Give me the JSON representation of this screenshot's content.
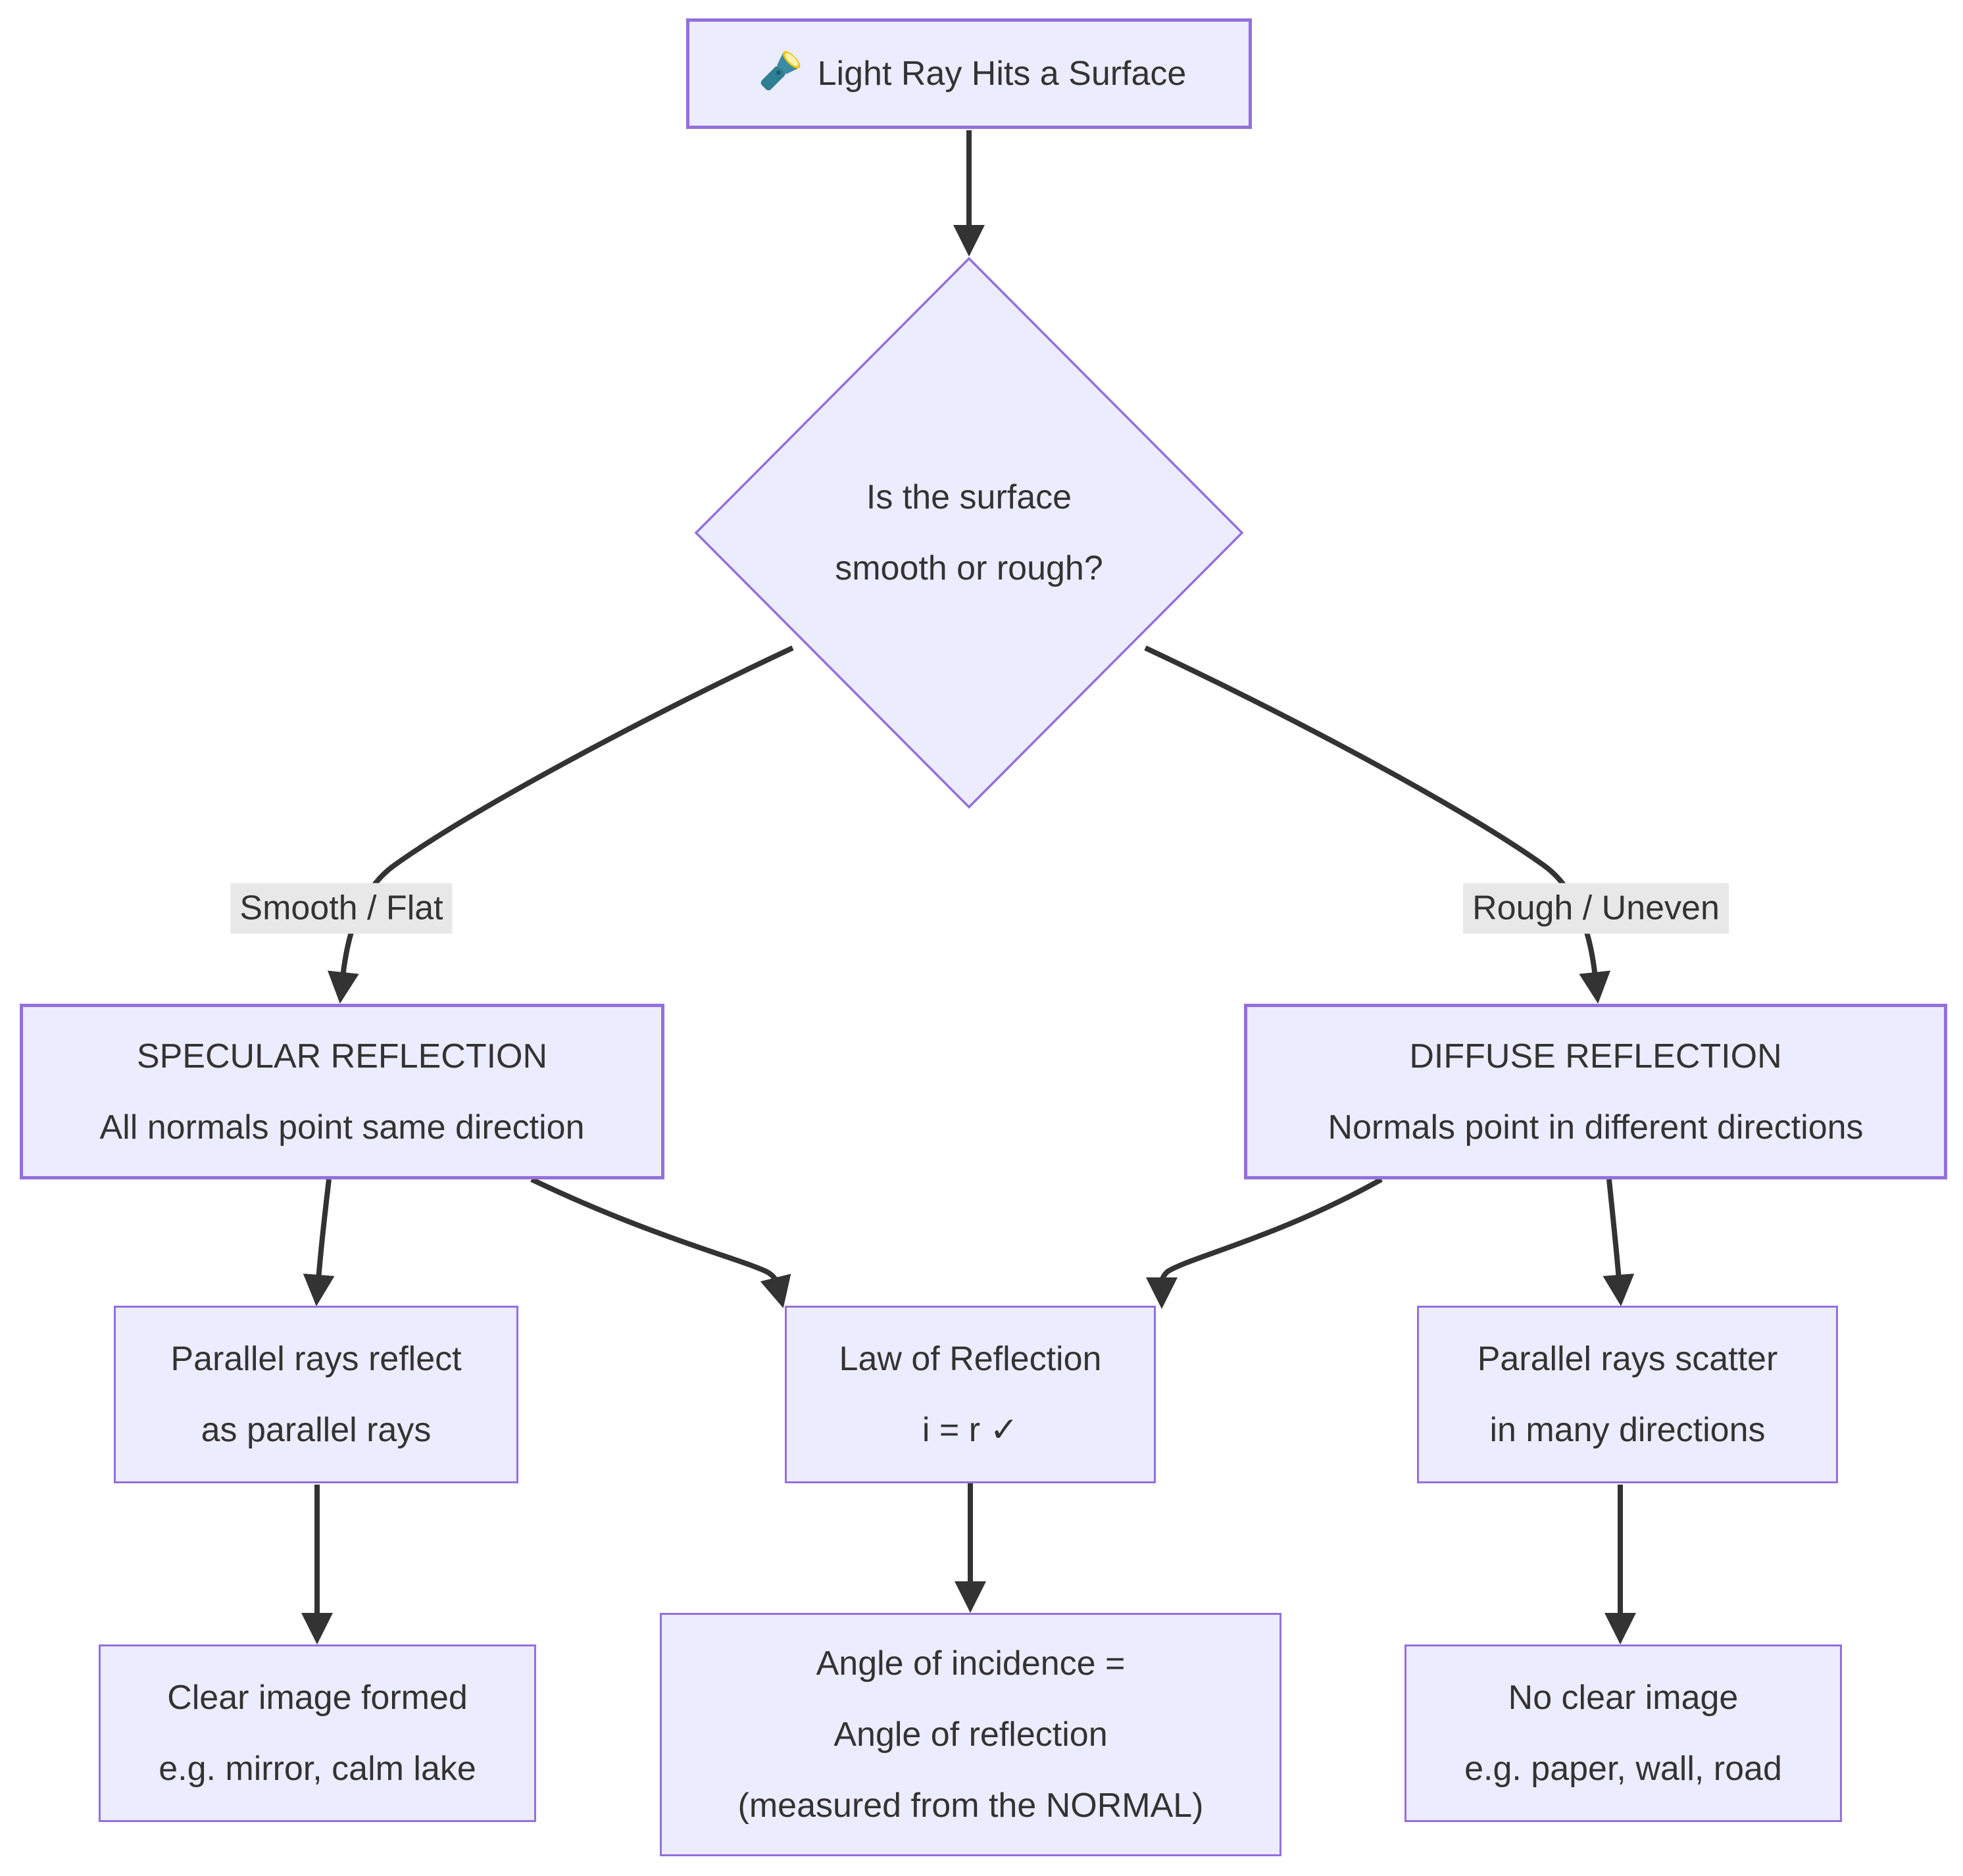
{
  "title": {
    "icon": "flashlight-icon",
    "label": "Light Ray Hits a Surface"
  },
  "decision": {
    "lines": [
      "Is the surface",
      "smooth or rough?"
    ]
  },
  "branch_labels": {
    "left": "Smooth / Flat",
    "right": "Rough / Uneven"
  },
  "nodes": {
    "specular": {
      "lines": [
        "SPECULAR REFLECTION",
        "All normals point same direction"
      ]
    },
    "diffuse": {
      "lines": [
        "DIFFUSE REFLECTION",
        "Normals point in different directions"
      ]
    },
    "parallel_reflect": {
      "lines": [
        "Parallel rays reflect",
        "as parallel rays"
      ]
    },
    "law": {
      "lines": [
        "Law of Reflection",
        "i = r ✓"
      ]
    },
    "scatter": {
      "lines": [
        "Parallel rays scatter",
        "in many directions"
      ]
    },
    "clear_image": {
      "lines": [
        "Clear image formed",
        "e.g. mirror, calm lake"
      ]
    },
    "angle_rule": {
      "lines": [
        "Angle of incidence =",
        "Angle of reflection",
        "(measured from the NORMAL)"
      ]
    },
    "no_clear_image": {
      "lines": [
        "No clear image",
        "e.g. paper, wall, road"
      ]
    }
  },
  "colors": {
    "node_fill": "#ECECFF",
    "node_border": "#9370DB",
    "edge": "#333333",
    "text": "#333333",
    "edge_label_bg": "#E8E8E8",
    "flashlight_teal": "#3A8CA0",
    "flashlight_lens": "#FFE493"
  }
}
